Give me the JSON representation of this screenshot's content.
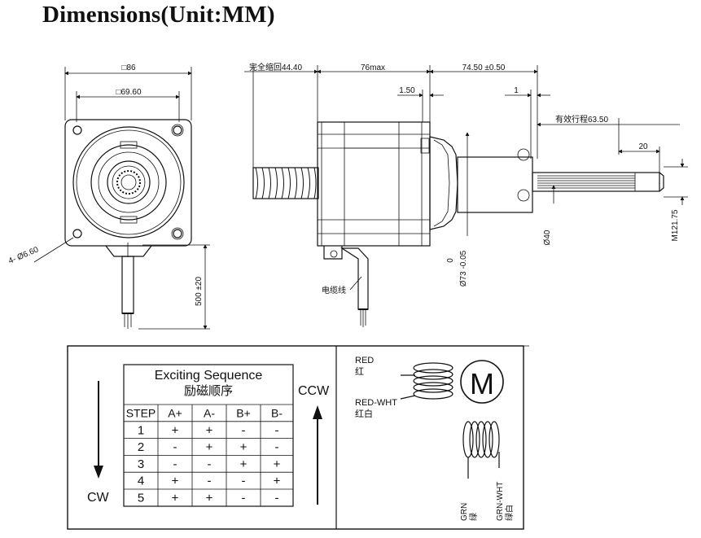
{
  "title": "Dimensions(Unit:MM)",
  "front_view": {
    "dim_outer": "□86",
    "dim_hole_spacing": "□69.60",
    "dim_holes": "4- Ø6.60",
    "dim_cable": "500 ±20"
  },
  "side_view": {
    "dim_retracted": "完全缩回44.40",
    "dim_body": "76max",
    "dim_extension": "74.50 ±0.50",
    "dim_step": "1.50",
    "dim_one": "1",
    "dim_stroke": "有效行程63.50",
    "dim_twenty": "20",
    "dim_boss": "0\nØ73 -0.05",
    "dim_boss_top": "0",
    "dim_boss_bottom": "Ø73 -0.05",
    "dim_diam40": "Ø40",
    "dim_thread": "M121.75",
    "cable_label": "电缆线"
  },
  "sequence": {
    "title_en": "Exciting Sequence",
    "title_cn": "励磁顺序",
    "cw": "CW",
    "ccw": "CCW",
    "columns": [
      "STEP",
      "A+",
      "A-",
      "B+",
      "B-"
    ],
    "rows": [
      [
        "1",
        "+",
        "+",
        "-",
        "-"
      ],
      [
        "2",
        "-",
        "+",
        "+",
        "-"
      ],
      [
        "3",
        "-",
        "-",
        "+",
        "+"
      ],
      [
        "4",
        "+",
        "-",
        "-",
        "+"
      ],
      [
        "5",
        "+",
        "+",
        "-",
        "-"
      ]
    ]
  },
  "wiring": {
    "red_en": "RED",
    "red_cn": "红",
    "redwht_en": "RED-WHT",
    "redwht_cn": "红白",
    "motor": "M",
    "grn_en": "GRN",
    "grn_cn": "绿",
    "grnwht_en": "GRN-WHT",
    "grnwht_cn": "绿白"
  }
}
